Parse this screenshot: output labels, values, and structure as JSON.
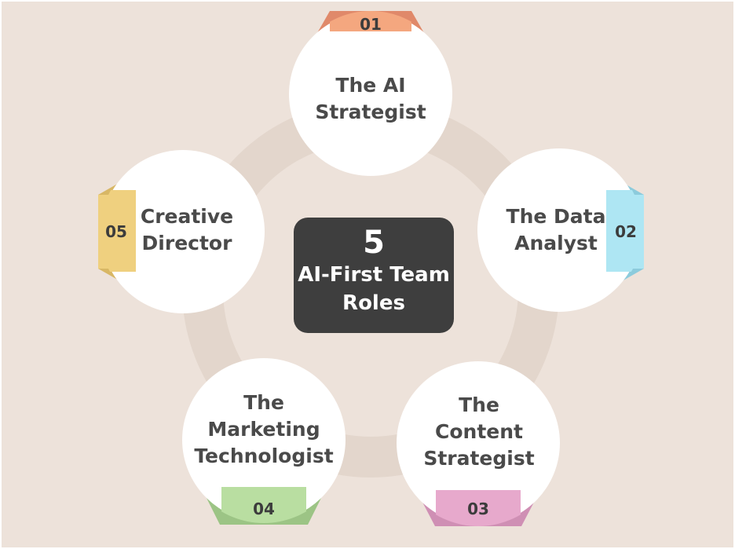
{
  "center": {
    "number": "5",
    "line1": "AI-First Team",
    "line2": "Roles"
  },
  "roles": [
    {
      "number": "01",
      "lines": [
        "The AI",
        "Strategist"
      ],
      "color": "#f4a77f",
      "shade": "#e0896a"
    },
    {
      "number": "02",
      "lines": [
        "The Data",
        "Analyst"
      ],
      "color": "#aee6f3",
      "shade": "#8ccbdc"
    },
    {
      "number": "03",
      "lines": [
        "The",
        "Content",
        "Strategist"
      ],
      "color": "#e7a9cc",
      "shade": "#cf8fb4"
    },
    {
      "number": "04",
      "lines": [
        "The",
        "Marketing",
        "Technologist"
      ],
      "color": "#b9dea1",
      "shade": "#9cc485"
    },
    {
      "number": "05",
      "lines": [
        "Creative",
        "Director"
      ],
      "color": "#efd07f",
      "shade": "#d8b765"
    }
  ],
  "colors": {
    "background": "#ede2da",
    "ring": "#e3d6cc",
    "circle": "#ffffff",
    "center_box": "#3e3e3e",
    "text": "#4a4a4a"
  }
}
